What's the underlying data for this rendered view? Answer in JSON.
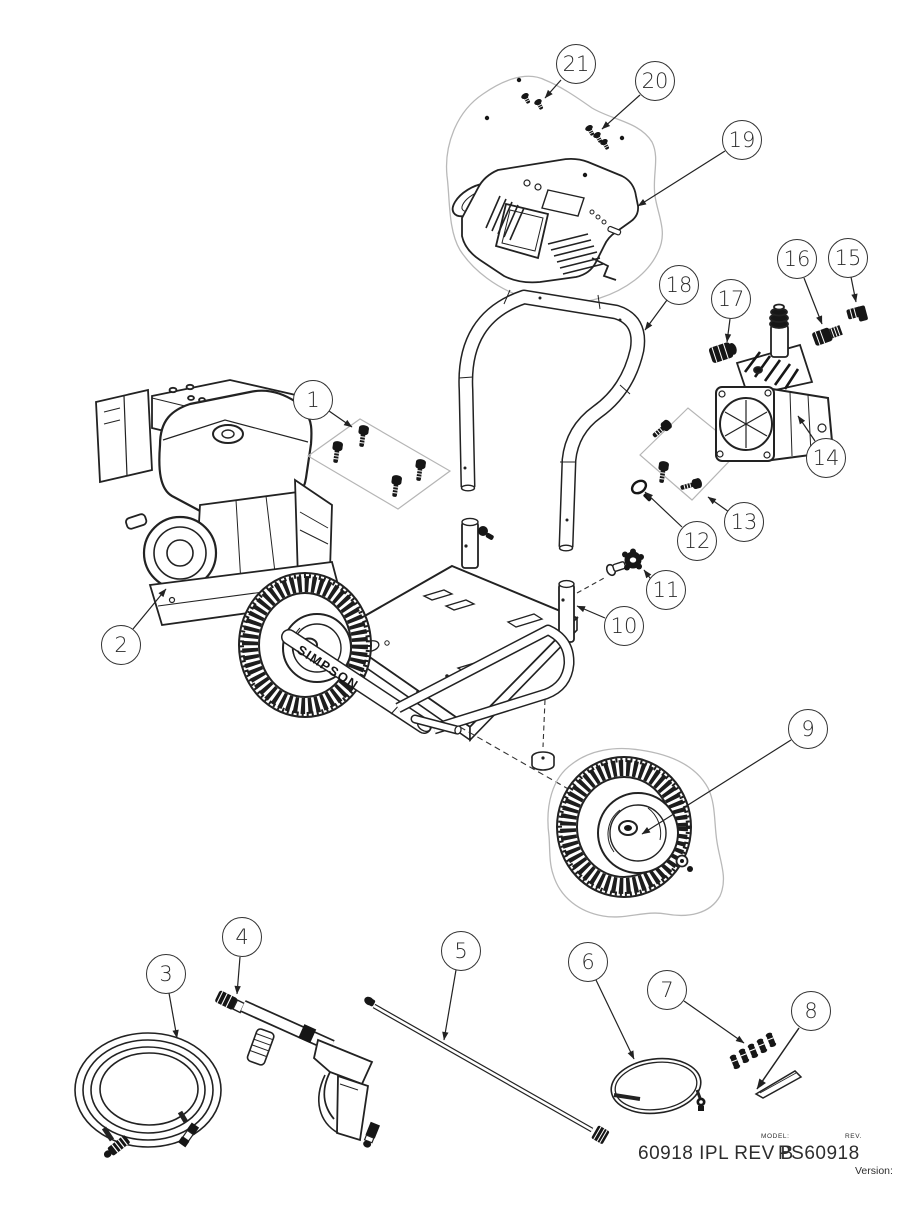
{
  "page": {
    "footer": {
      "doc_number": "60918 IPL REV B",
      "model_label": "MODEL:",
      "model_value": "PS60918",
      "rev_label": "REV.",
      "version_label": "Version:"
    },
    "frame_brand_text": "SIMPSON",
    "callouts": [
      "1",
      "2",
      "3",
      "4",
      "5",
      "6",
      "7",
      "8",
      "9",
      "10",
      "11",
      "12",
      "13",
      "14",
      "15",
      "16",
      "17",
      "18",
      "19",
      "20",
      "21"
    ]
  }
}
